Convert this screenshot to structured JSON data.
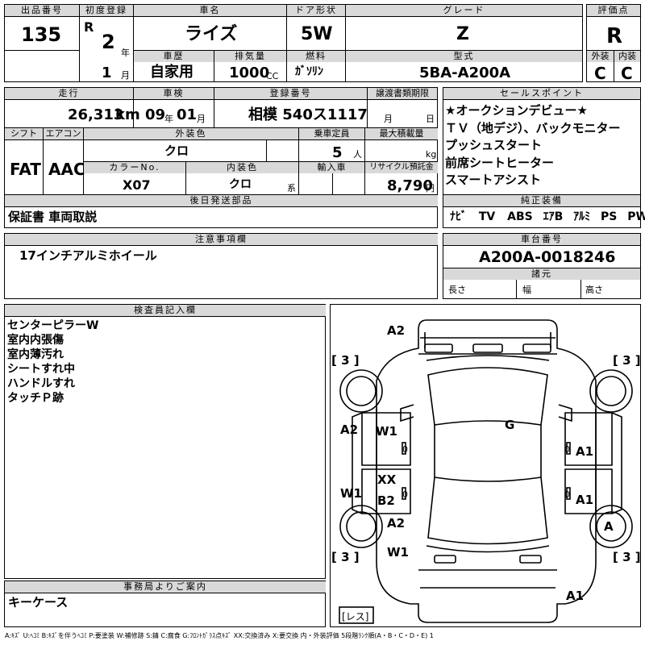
{
  "header": {
    "lot_no_label": "出品番号",
    "lot_no": "135",
    "reg_label": "初度登録",
    "era": "R",
    "reg_year": "2",
    "year_unit": "年",
    "reg_month": "1",
    "month_unit": "月",
    "name_label": "車名",
    "name": "ライズ",
    "history_label": "車歴",
    "history": "自家用",
    "disp_label": "排気量",
    "disp": "1000",
    "disp_unit": "CC",
    "door_label": "ドア形状",
    "door": "5W",
    "fuel_label": "燃料",
    "fuel": "ｶﾞｿﾘﾝ",
    "grade_label": "グレード",
    "grade": "Z",
    "model_label": "型式",
    "model": "5BA-A200A",
    "score_label": "評価点",
    "score": "R",
    "ext_label": "外装",
    "ext": "C",
    "int_label": "内装",
    "int": "C"
  },
  "row2": {
    "mileage_label": "走行",
    "mileage": "26,313",
    "mileage_unit": "km",
    "inspection_label": "車検",
    "insp_year": "09",
    "insp_year_unit": "年",
    "insp_month": "01",
    "insp_month_unit": "月",
    "plate_label": "登録番号",
    "plate": "相模 540ス1117",
    "transfer_label": "譲渡書類期限",
    "transfer_month": "月",
    "transfer_day": "日",
    "shift_label": "シフト",
    "shift": "FAT",
    "ac_label": "エアコン",
    "ac": "AAC",
    "color_label": "外装色",
    "color": "クロ",
    "capacity_label": "乗車定員",
    "capacity": "5",
    "capacity_unit": "人",
    "load_label": "最大積載量",
    "load_unit": "kg",
    "color_no_label": "カラーNo.",
    "color_no": "X07",
    "int_color_label": "内装色",
    "int_color": "クロ",
    "int_color_unit": "系",
    "import_label": "輸入車",
    "recycle_label": "リサイクル預託金",
    "recycle": "8,790",
    "recycle_unit": "円"
  },
  "selling_points": {
    "label": "セールスポイント",
    "items": [
      "★オークションデビュー★",
      "ＴＶ（地デジ）、バックモニター",
      "プッシュスタート",
      "前席シートヒーター",
      "スマートアシスト"
    ]
  },
  "equipment": {
    "label": "純正装備",
    "items": [
      "ﾅﾋﾞ",
      "TV",
      "ABS",
      "ｴｱB",
      "ｱﾙﾐ",
      "PS",
      "PW"
    ]
  },
  "later_parts": {
    "label": "後日発送部品",
    "text": "保証書 車両取説"
  },
  "notes": {
    "label": "注意事項欄",
    "text": "17インチアルミホイール"
  },
  "chassis": {
    "label": "車台番号",
    "value": "A200A-0018246",
    "spec_label": "諸元",
    "length": "長さ",
    "width": "幅",
    "height": "高さ"
  },
  "inspector": {
    "label": "検査員記入欄",
    "lines": [
      "センターピラーW",
      "室内内張傷",
      "室内薄汚れ",
      "シートすれ中",
      "ハンドルすれ",
      "タッチＰ跡"
    ]
  },
  "office": {
    "label": "事務局よりご案内",
    "text": "キーケース"
  },
  "diagram": {
    "marks": {
      "top_a2": "A2",
      "g": "G",
      "left_a2": "A2",
      "w1_upper": "W1",
      "xx": "XX",
      "b2": "B2",
      "w1_left": "W1",
      "a2_lower": "A2",
      "w1_lower": "W1",
      "a1_upper": "A1",
      "a1_lower": "A1",
      "a_wheel": "A",
      "a1_bottom": "A1"
    },
    "tread": {
      "fl": "3",
      "fr": "3",
      "rl": "3",
      "rr": "3"
    },
    "zeros": [
      "0",
      "0",
      "0",
      "0"
    ],
    "spare": "レス"
  },
  "legend": "A:ｷｽﾞ U:ﾍｺﾐ B:ｷｽﾞを伴うﾍｺﾐ P:要塗装 W:補修跡 S:錆 C:腐食 G:ﾌﾛﾝﾄｶﾞﾗｽ点ｷｽﾞ XX:交換済み X:要交換 内・外装評価 5段階ﾗﾝｸ順(A・B・C・D・E) 1"
}
